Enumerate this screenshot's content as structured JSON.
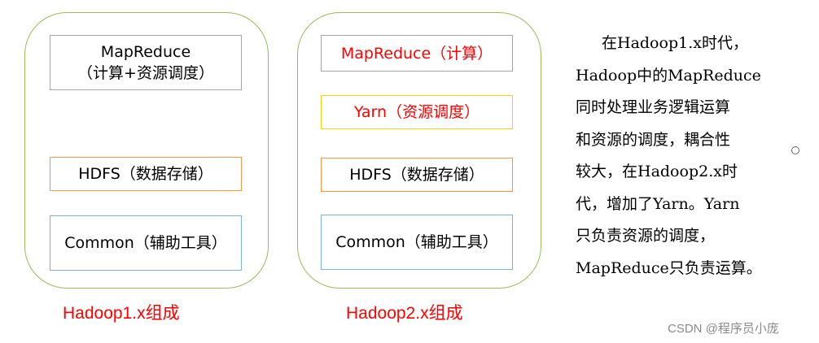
{
  "v1": {
    "mapreduce_line1": "MapReduce",
    "mapreduce_line2": "（计算+资源调度）",
    "hdfs": "HDFS（数据存储）",
    "common": "Common（辅助工具）",
    "caption": "Hadoop1.x组成"
  },
  "v2": {
    "mapreduce": "MapReduce（计算）",
    "yarn": "Yarn（资源调度）",
    "hdfs": "HDFS（数据存储）",
    "common": "Common（辅助工具）",
    "caption": "Hadoop2.x组成"
  },
  "description": {
    "lines": [
      "在Hadoop1.x时代，",
      "Hadoop中的MapReduce",
      "同时处理业务逻辑运算",
      "和资源的调度，耦合性",
      "较大，在Hadoop2.x时",
      "代，增加了Yarn。Yarn",
      "只负责资源的调度，",
      "MapReduce只负责运算。"
    ]
  },
  "watermark": "CSDN @程序员小庞",
  "colors": {
    "panel_border": "#9bbb59",
    "highlight_text": "#ff0000",
    "hdfs_border": "#f79646",
    "common_border": "#7fb2d9",
    "yarn_border": "#f2d40c",
    "mapreduce_border": "#a5a5a5"
  }
}
